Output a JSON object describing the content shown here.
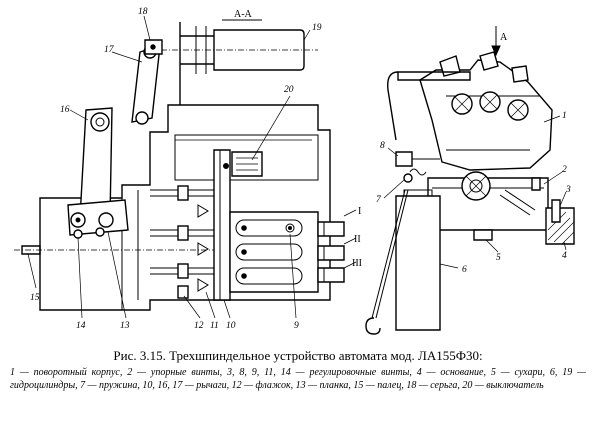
{
  "section_label": "А-А",
  "view_arrow_label": "А",
  "labels": {
    "n1": "1",
    "n2": "2",
    "n3": "3",
    "n4": "4",
    "n5": "5",
    "n6": "6",
    "n7": "7",
    "n8": "8",
    "n9": "9",
    "n10": "10",
    "n11": "11",
    "n12": "12",
    "n13": "13",
    "n14": "14",
    "n15": "15",
    "n16": "16",
    "n17": "17",
    "n18": "18",
    "n19": "19",
    "n20": "20",
    "spindle_1": "I",
    "spindle_2": "II",
    "spindle_3": "III"
  },
  "caption": {
    "title": "Рис. 3.15. Трехшпиндельное устройство автомата мод. ЛА155Ф30:",
    "legend": "1 — поворотный корпус, 2 — упорные винты, 3, 8, 9, 11, 14 — регулировочные винты, 4 — основание, 5 — сухари, 6, 19 — гидроцилиндры, 7 — пружина, 10, 16, 17 — рычаги, 12 — флажок, 13 — планка, 15 — палец, 18 — серьга, 20 — выключатель"
  }
}
